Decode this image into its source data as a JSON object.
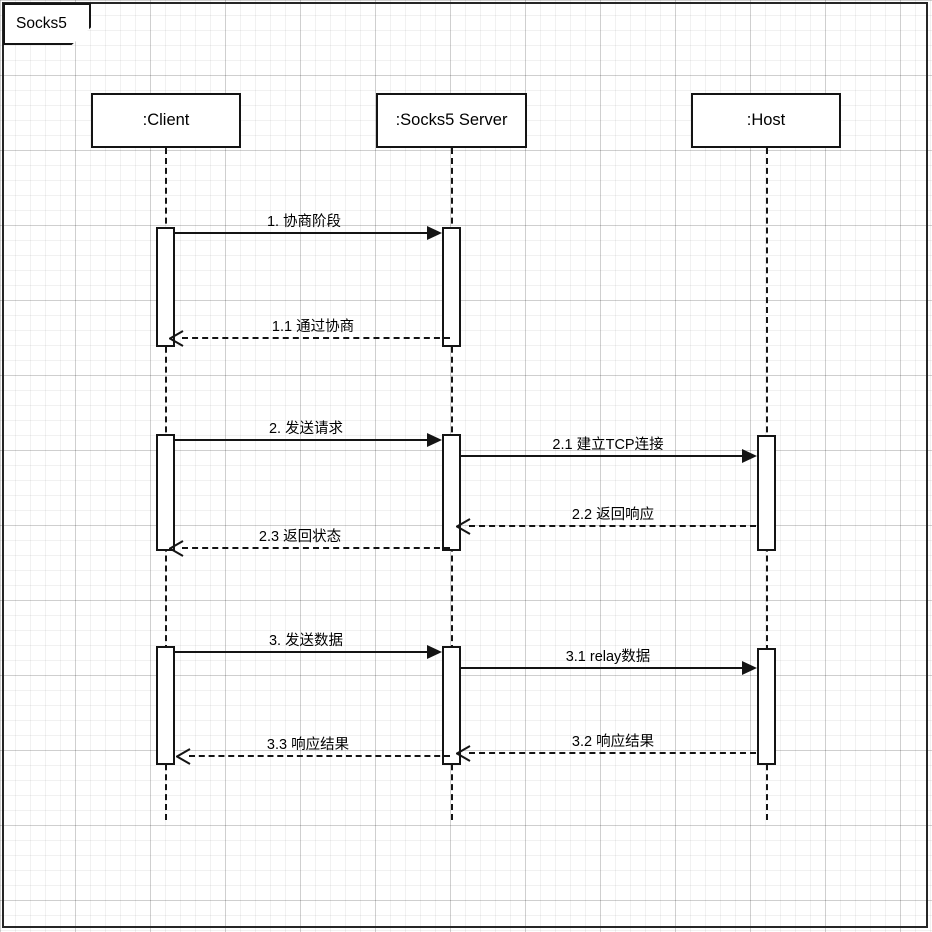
{
  "diagram": {
    "frame_label": "Socks5",
    "type": "uml-sequence-diagram",
    "background_color": "#ffffff",
    "line_color": "#141414"
  },
  "lifelines": [
    {
      "name": "client",
      "label": ":Client"
    },
    {
      "name": "server",
      "label": ":Socks5 Server"
    },
    {
      "name": "host",
      "label": ":Host"
    }
  ],
  "messages": [
    {
      "id": "m1",
      "label": "1. 协商阶段",
      "from": "client",
      "to": "server",
      "style": "solid",
      "direction": "right"
    },
    {
      "id": "m1_1",
      "label": "1.1 通过协商",
      "from": "server",
      "to": "client",
      "style": "dashed",
      "direction": "left"
    },
    {
      "id": "m2",
      "label": "2. 发送请求",
      "from": "client",
      "to": "server",
      "style": "solid",
      "direction": "right"
    },
    {
      "id": "m2_1",
      "label": "2.1 建立TCP连接",
      "from": "server",
      "to": "host",
      "style": "solid",
      "direction": "right"
    },
    {
      "id": "m2_2",
      "label": "2.2 返回响应",
      "from": "host",
      "to": "server",
      "style": "dashed",
      "direction": "left"
    },
    {
      "id": "m2_3",
      "label": "2.3 返回状态",
      "from": "server",
      "to": "client",
      "style": "dashed",
      "direction": "left"
    },
    {
      "id": "m3",
      "label": "3. 发送数据",
      "from": "client",
      "to": "server",
      "style": "solid",
      "direction": "right"
    },
    {
      "id": "m3_1",
      "label": "3.1 relay数据",
      "from": "server",
      "to": "host",
      "style": "solid",
      "direction": "right"
    },
    {
      "id": "m3_2",
      "label": "3.2 响应结果",
      "from": "host",
      "to": "server",
      "style": "dashed",
      "direction": "left"
    },
    {
      "id": "m3_3",
      "label": "3.3 响应结果",
      "from": "server",
      "to": "client",
      "style": "dashed",
      "direction": "left"
    }
  ]
}
